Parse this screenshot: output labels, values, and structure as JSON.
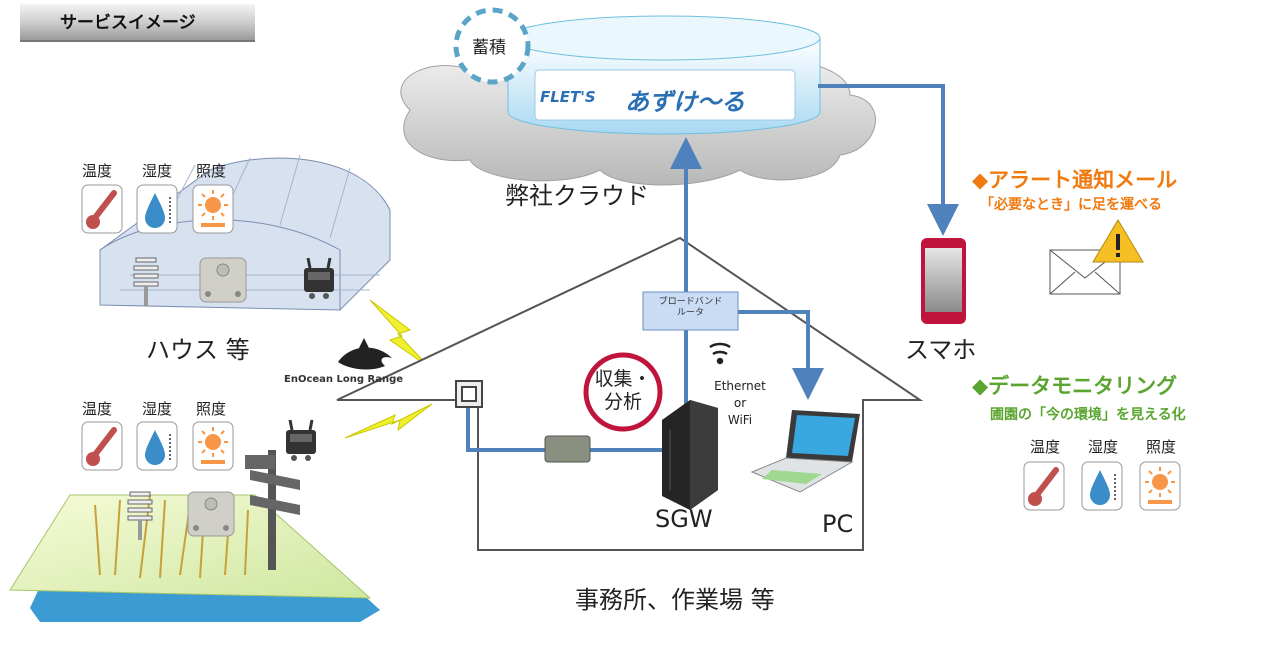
{
  "header": {
    "title": "サービスイメージ"
  },
  "cloud": {
    "storage_badge": "蓄積",
    "service_name_prefix": "FLET'S",
    "service_name_suffix": "あずけ～る",
    "caption": "弊社クラウド"
  },
  "sensors": {
    "temperature": "温度",
    "humidity": "湿度",
    "illuminance": "照度"
  },
  "house": {
    "caption": "ハウス 等"
  },
  "enocean": {
    "label": "EnOcean Long Range"
  },
  "office": {
    "caption": "事務所、作業場 等",
    "router_line1": "ブロードバンド",
    "router_line2": "ルータ",
    "analysis_line1": "収集・",
    "analysis_line2": "分析",
    "conn_line1": "Ethernet",
    "conn_line2": "or",
    "conn_line3": "WiFi",
    "sgw_label": "SGW",
    "pc_label": "PC"
  },
  "smartphone": {
    "label": "スマホ"
  },
  "alert": {
    "title": "◆アラート通知メール",
    "subtitle": "「必要なとき」に足を運べる"
  },
  "monitoring": {
    "title": "◆データモニタリング",
    "subtitle": "圃園の「今の環境」を見える化"
  },
  "colors": {
    "arrow": "#4f81bd",
    "alert": "#f07a10",
    "monitor": "#5aa530",
    "analysis": "#c0143c"
  }
}
